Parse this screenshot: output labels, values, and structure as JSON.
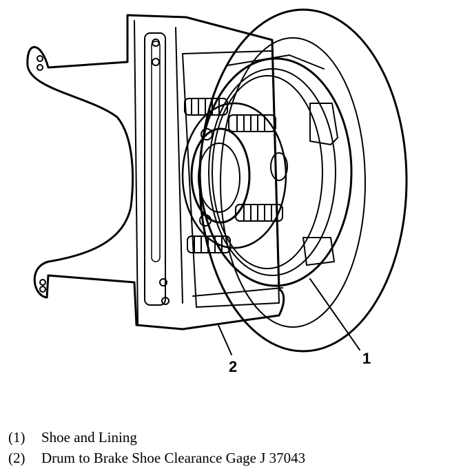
{
  "callouts": [
    {
      "number": "1",
      "text": "Shoe and Lining"
    },
    {
      "number": "2",
      "text": "Drum to Brake Shoe Clearance Gage J 37043"
    }
  ],
  "legend": [
    {
      "number": "(1)",
      "text": "Shoe and Lining"
    },
    {
      "number": "(2)",
      "text": "Drum to Brake Shoe Clearance Gage J 37043"
    }
  ]
}
